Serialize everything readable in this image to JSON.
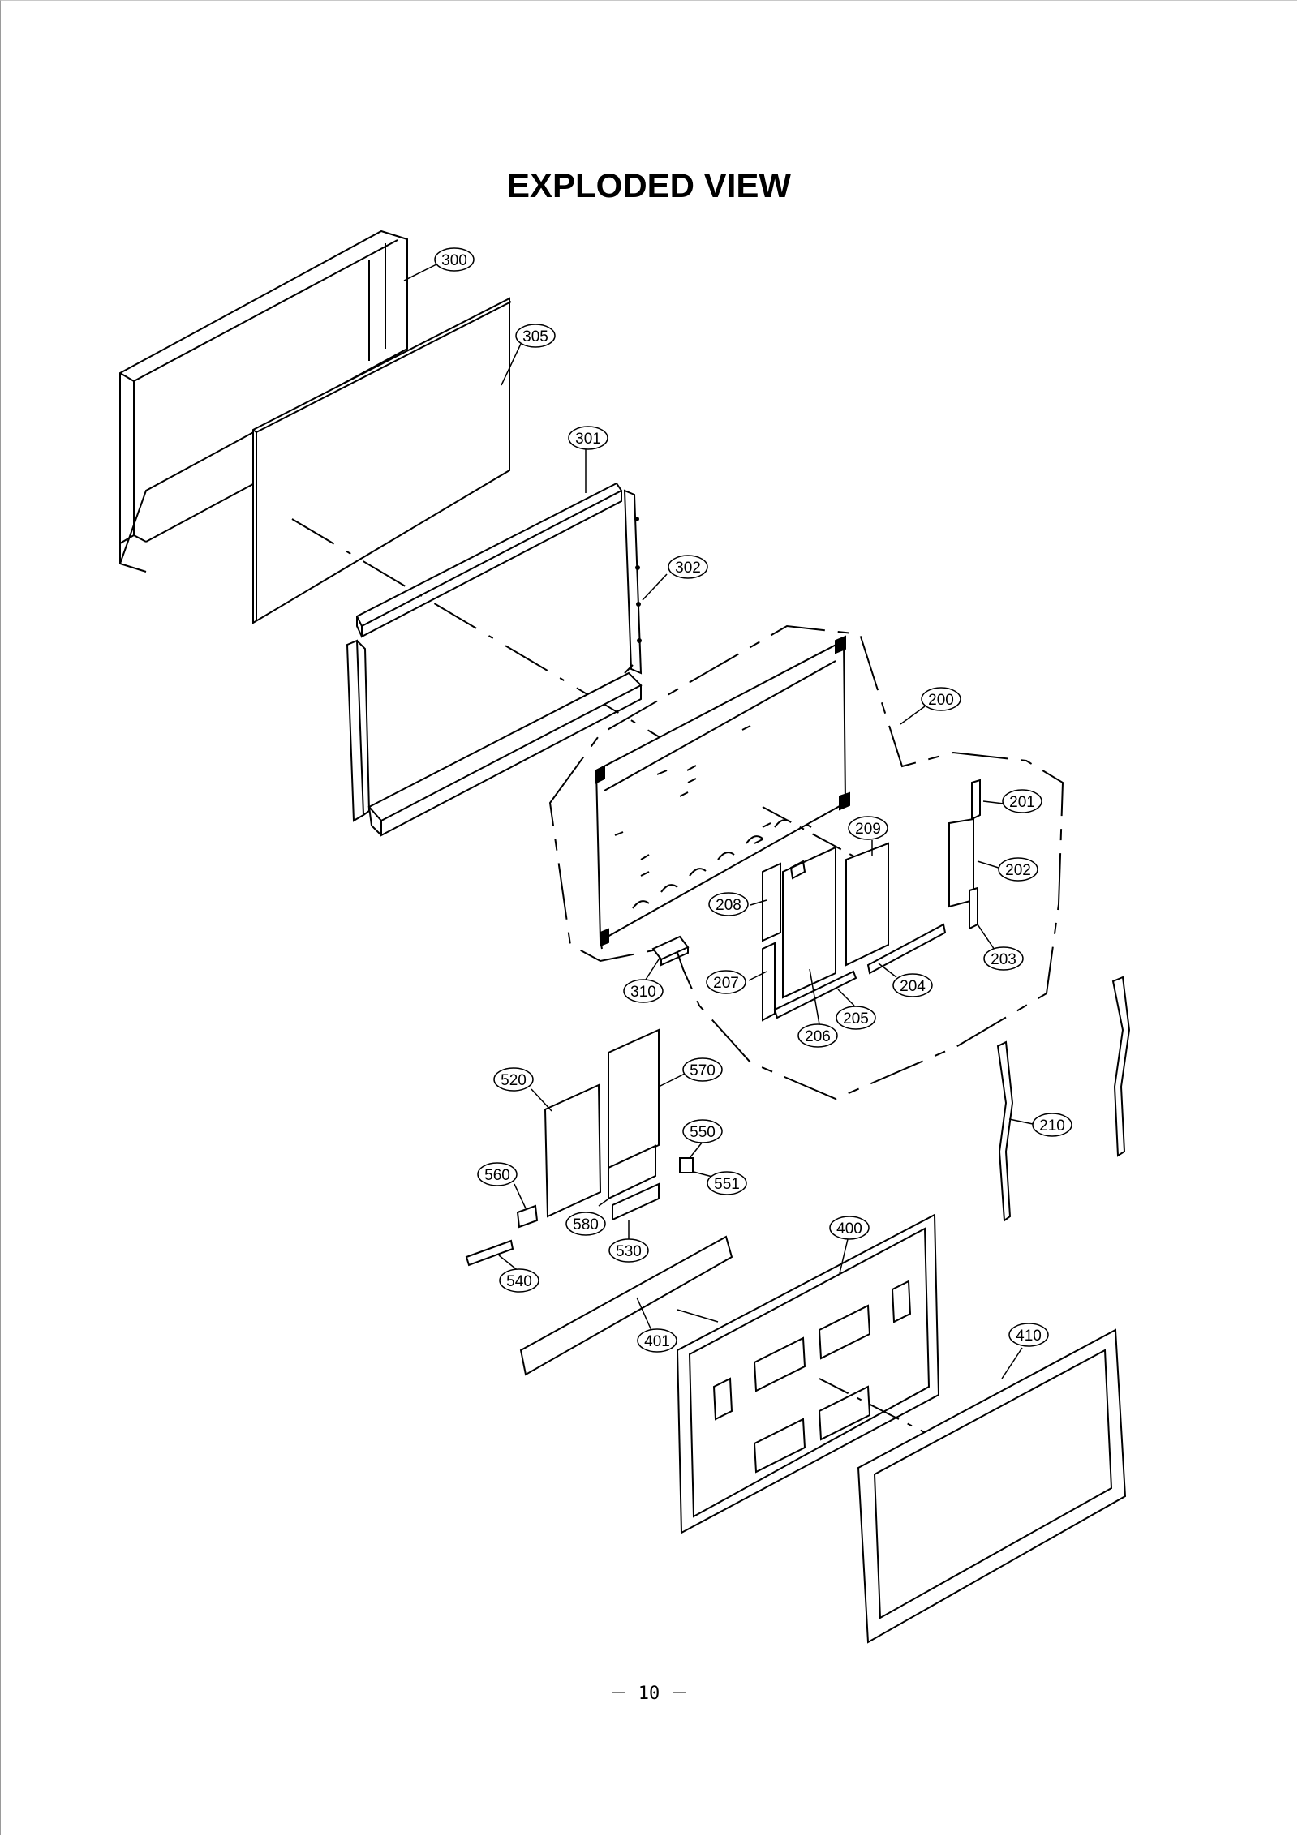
{
  "title": "EXPLODED VIEW",
  "page_number": "－ 10 －",
  "parts": [
    {
      "id": "300"
    },
    {
      "id": "305"
    },
    {
      "id": "301"
    },
    {
      "id": "302"
    },
    {
      "id": "200"
    },
    {
      "id": "201"
    },
    {
      "id": "202"
    },
    {
      "id": "203"
    },
    {
      "id": "204"
    },
    {
      "id": "205"
    },
    {
      "id": "206"
    },
    {
      "id": "207"
    },
    {
      "id": "208"
    },
    {
      "id": "209"
    },
    {
      "id": "310"
    },
    {
      "id": "520"
    },
    {
      "id": "570"
    },
    {
      "id": "550"
    },
    {
      "id": "551"
    },
    {
      "id": "560"
    },
    {
      "id": "580"
    },
    {
      "id": "530"
    },
    {
      "id": "540"
    },
    {
      "id": "210"
    },
    {
      "id": "400"
    },
    {
      "id": "401"
    },
    {
      "id": "410"
    }
  ]
}
